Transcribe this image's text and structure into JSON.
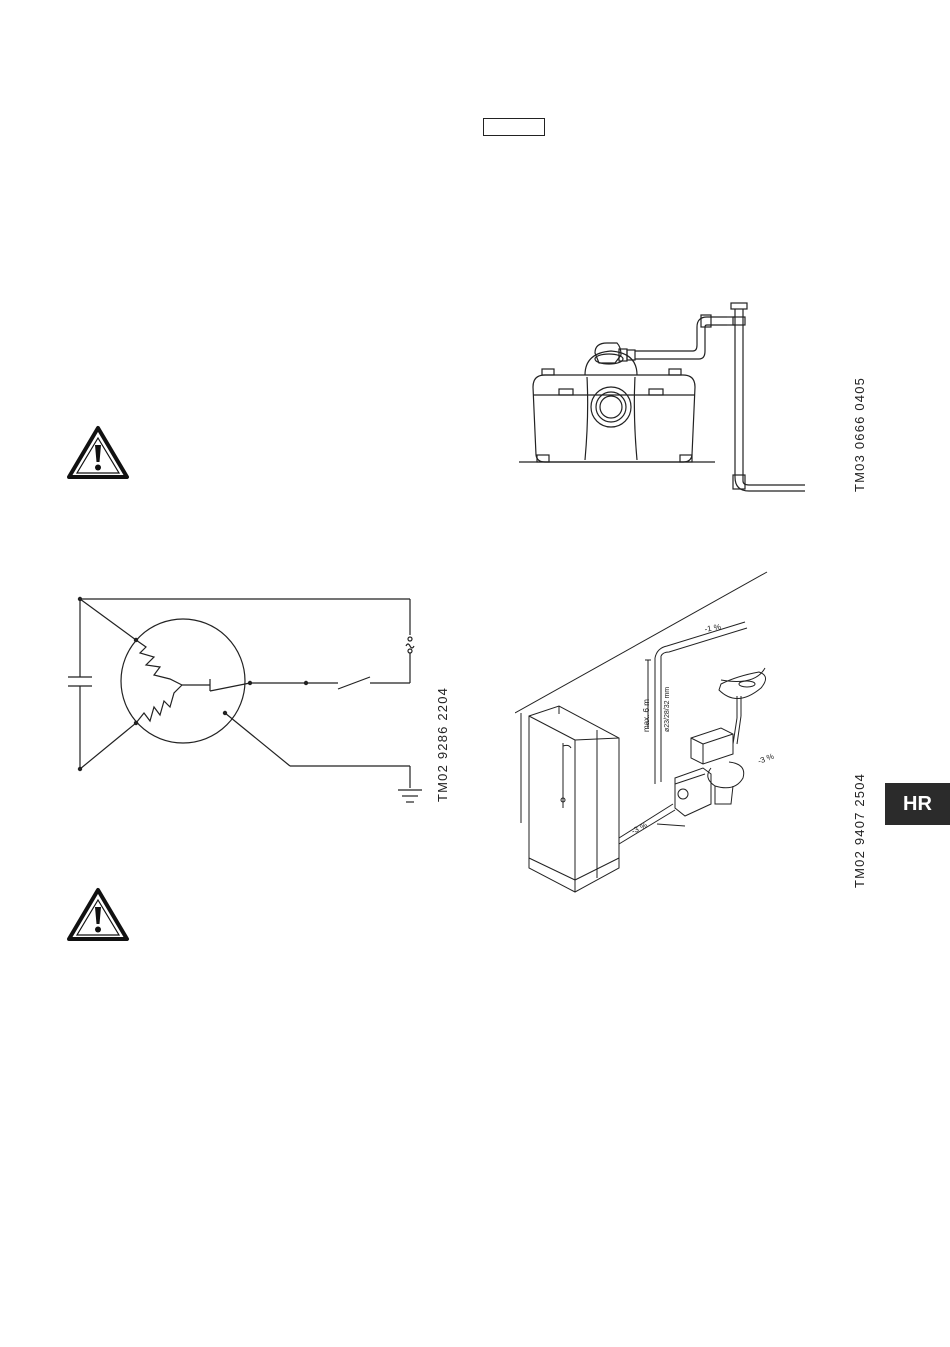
{
  "figures": {
    "pump_front_code": "TM03 0666 0405",
    "wiring_code": "TM02 9286 2204",
    "installation_code": "TM02 9407 2504",
    "install_labels": {
      "max_height": "max. 6 m",
      "pipe_diameters": "ø23/28/32 mm",
      "slope_top": "-1 %",
      "slope_basin": "-3 %",
      "slope_shower": "-3 %"
    }
  },
  "language_tab": "HR",
  "icons": [
    "warning-triangle-icon",
    "warning-triangle-icon"
  ],
  "colors": {
    "tab_background": "#2b2b2b",
    "tab_text": "#ffffff"
  }
}
